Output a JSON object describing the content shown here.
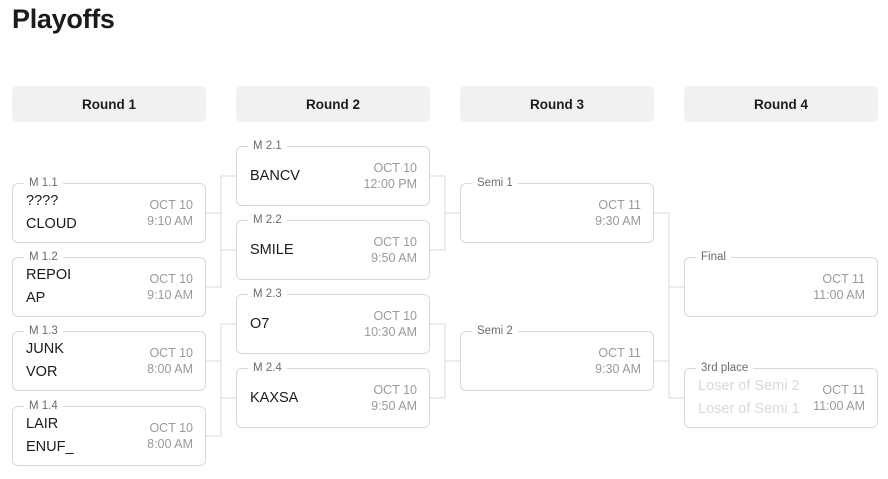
{
  "page": {
    "title": "Playoffs",
    "accent_line_color": "#d8d8d8",
    "header_bg": "#f1f1f1",
    "muted_text_color": "#9a9a9a",
    "placeholder_text_color": "#d9d9d9"
  },
  "rounds": [
    {
      "label": "Round 1"
    },
    {
      "label": "Round 2"
    },
    {
      "label": "Round 3"
    },
    {
      "label": "Round 4"
    }
  ],
  "matches": {
    "m11": {
      "legend": "M 1.1",
      "team1": "????",
      "team2": "CLOUD",
      "date": "OCT 10",
      "time": "9:10 AM"
    },
    "m12": {
      "legend": "M 1.2",
      "team1": "REPOI",
      "team2": "AP",
      "date": "OCT 10",
      "time": "9:10 AM"
    },
    "m13": {
      "legend": "M 1.3",
      "team1": "JUNK",
      "team2": "VOR",
      "date": "OCT 10",
      "time": "8:00 AM"
    },
    "m14": {
      "legend": "M 1.4",
      "team1": "LAIR",
      "team2": "ENUF_",
      "date": "OCT 10",
      "time": "8:00 AM"
    },
    "m21": {
      "legend": "M 2.1",
      "team1": "BANCV",
      "team2": "",
      "date": "OCT 10",
      "time": "12:00 PM"
    },
    "m22": {
      "legend": "M 2.2",
      "team1": "SMILE",
      "team2": "",
      "date": "OCT 10",
      "time": "9:50 AM"
    },
    "m23": {
      "legend": "M 2.3",
      "team1": "O7",
      "team2": "",
      "date": "OCT 10",
      "time": "10:30 AM"
    },
    "m24": {
      "legend": "M 2.4",
      "team1": "KAXSA",
      "team2": "",
      "date": "OCT 10",
      "time": "9:50 AM"
    },
    "semi1": {
      "legend": "Semi 1",
      "team1": "",
      "team2": "",
      "date": "OCT 11",
      "time": "9:30 AM"
    },
    "semi2": {
      "legend": "Semi 2",
      "team1": "",
      "team2": "",
      "date": "OCT 11",
      "time": "9:30 AM"
    },
    "final": {
      "legend": "Final",
      "team1": "",
      "team2": "",
      "date": "OCT 11",
      "time": "11:00 AM"
    },
    "third": {
      "legend": "3rd place",
      "team1": "Loser of Semi 2",
      "team2": "Loser of Semi 1",
      "date": "OCT 11",
      "time": "11:00 AM"
    }
  }
}
